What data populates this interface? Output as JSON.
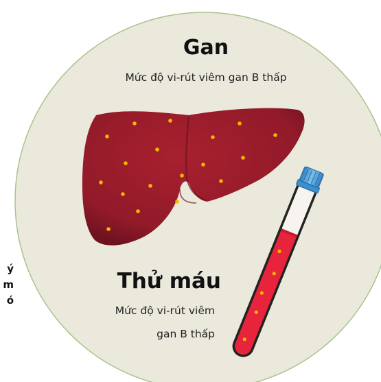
{
  "liver_section": {
    "title": "Gan",
    "description": "Mức độ vi-rút viêm gan B thấp"
  },
  "blood_section": {
    "title": "Thử máu",
    "description_line1": "Mức độ vi-rút viêm",
    "description_line2": "gan B thấp"
  },
  "left_edge_text": {
    "line1": "ý",
    "line2": "m",
    "line3": "ó"
  },
  "colors": {
    "background_circle": "#ebe8dc",
    "circle_border": "#a9c48a",
    "liver": "#9e1c2c",
    "virus_dots": "#f5b800",
    "blood": "#e8243c",
    "tube_cap": "#4f9fd8"
  }
}
